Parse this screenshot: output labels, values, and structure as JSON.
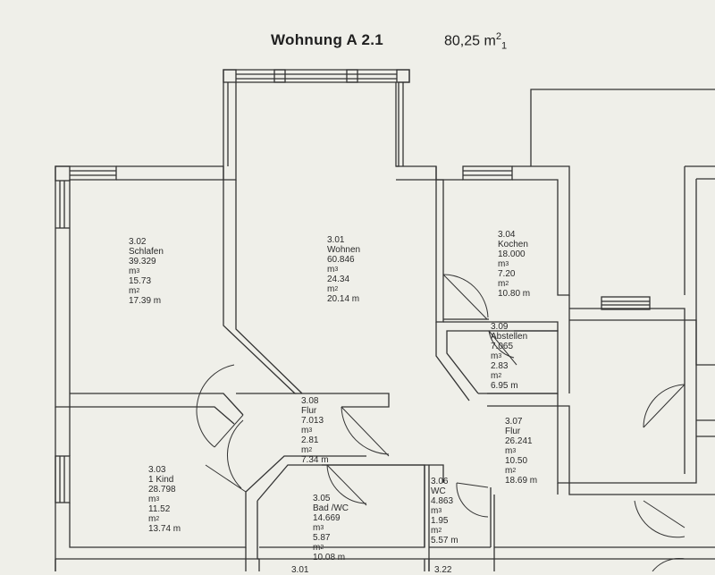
{
  "header": {
    "title": "Wohnung A 2.1",
    "area_value": "80,25 m",
    "area_sup": "2",
    "area_sub": "1"
  },
  "rooms": [
    {
      "id": "3.01",
      "name": "Wohnen",
      "volume": "60.846",
      "area": "24.34",
      "perimeter": "20.14 m"
    },
    {
      "id": "3.02",
      "name": "Schlafen",
      "volume": "39.329",
      "area": "15.73",
      "perimeter": "17.39 m"
    },
    {
      "id": "3.03",
      "name": "1 Kind",
      "volume": "28.798",
      "area": "11.52",
      "perimeter": "13.74 m"
    },
    {
      "id": "3.04",
      "name": "Kochen",
      "volume": "18.000",
      "area": "7.20",
      "perimeter": "10.80 m"
    },
    {
      "id": "3.05",
      "name": "Bad /WC",
      "volume": "14.669",
      "area": "5.87",
      "perimeter": "10.08 m"
    },
    {
      "id": "3.06",
      "name": "WC",
      "volume": "4.863",
      "area": "1.95",
      "perimeter": "5.57 m"
    },
    {
      "id": "3.07",
      "name": "Flur",
      "volume": "26.241",
      "area": "10.50",
      "perimeter": "18.69 m"
    },
    {
      "id": "3.08",
      "name": "Flur",
      "volume": "7.013",
      "area": "2.81",
      "perimeter": "7.34 m"
    },
    {
      "id": "3.09",
      "name": "Abstellen",
      "volume": "7.065",
      "area": "2.83",
      "perimeter": "6.95 m"
    }
  ],
  "units": {
    "volume": "3",
    "area": "2",
    "m": "m"
  },
  "cutoff_labels": [
    "3.01",
    "3.22"
  ]
}
